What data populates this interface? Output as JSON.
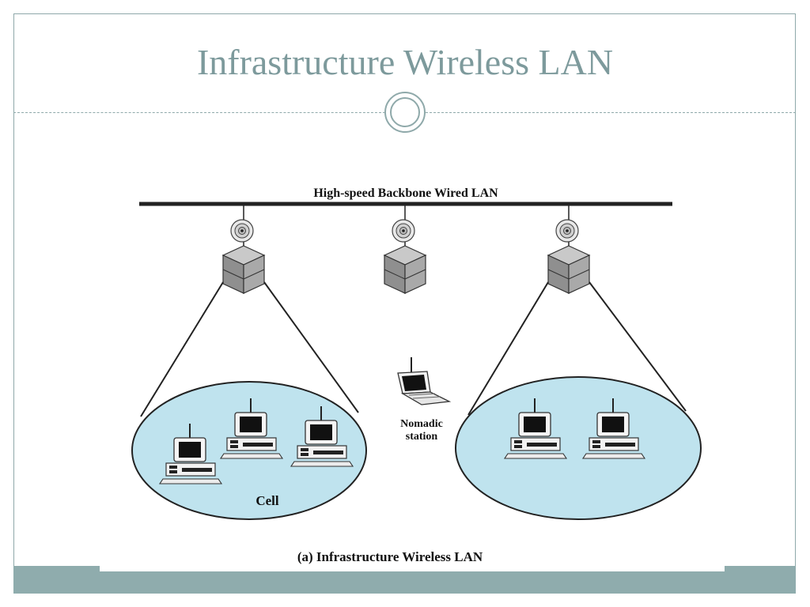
{
  "slide": {
    "title": "Infrastructure Wireless LAN"
  },
  "diagram": {
    "backbone_label": "High-speed Backbone Wired LAN",
    "nomadic_line1": "Nomadic",
    "nomadic_line2": "station",
    "cell_label": "Cell",
    "caption": "(a) Infrastructure Wireless LAN"
  },
  "colors": {
    "accent": "#7d9a9c",
    "band": "#8facad",
    "cell_fill": "#bfe3ee",
    "access_point": "#9a9a9a"
  }
}
